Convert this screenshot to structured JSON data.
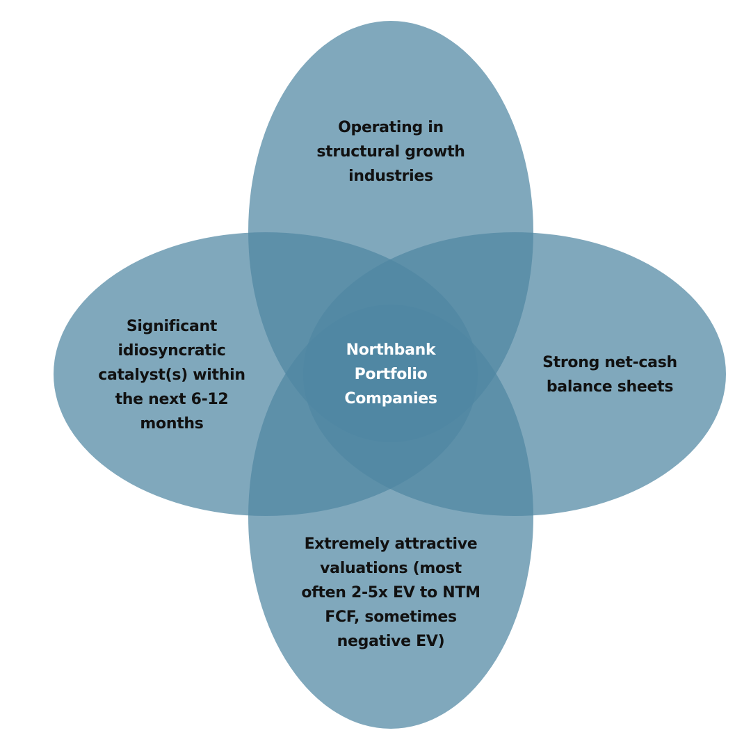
{
  "diagram": {
    "type": "venn",
    "fill_color": "#7FA8BB",
    "overlap_color": "#2E6E8E",
    "sets": [
      {
        "id": "top",
        "label": "Operating in\nstructural growth\nindustries"
      },
      {
        "id": "left",
        "label": "Significant\nidiosyncratic\ncatalyst(s) within\nthe next 6-12\nmonths"
      },
      {
        "id": "right",
        "label": "Strong net-cash\nbalance sheets"
      },
      {
        "id": "bottom",
        "label": "Extremely attractive\nvaluations (most\noften 2-5x EV to NTM\nFCF, sometimes\nnegative EV)"
      }
    ],
    "center_label": "Northbank\nPortfolio\nCompanies"
  }
}
